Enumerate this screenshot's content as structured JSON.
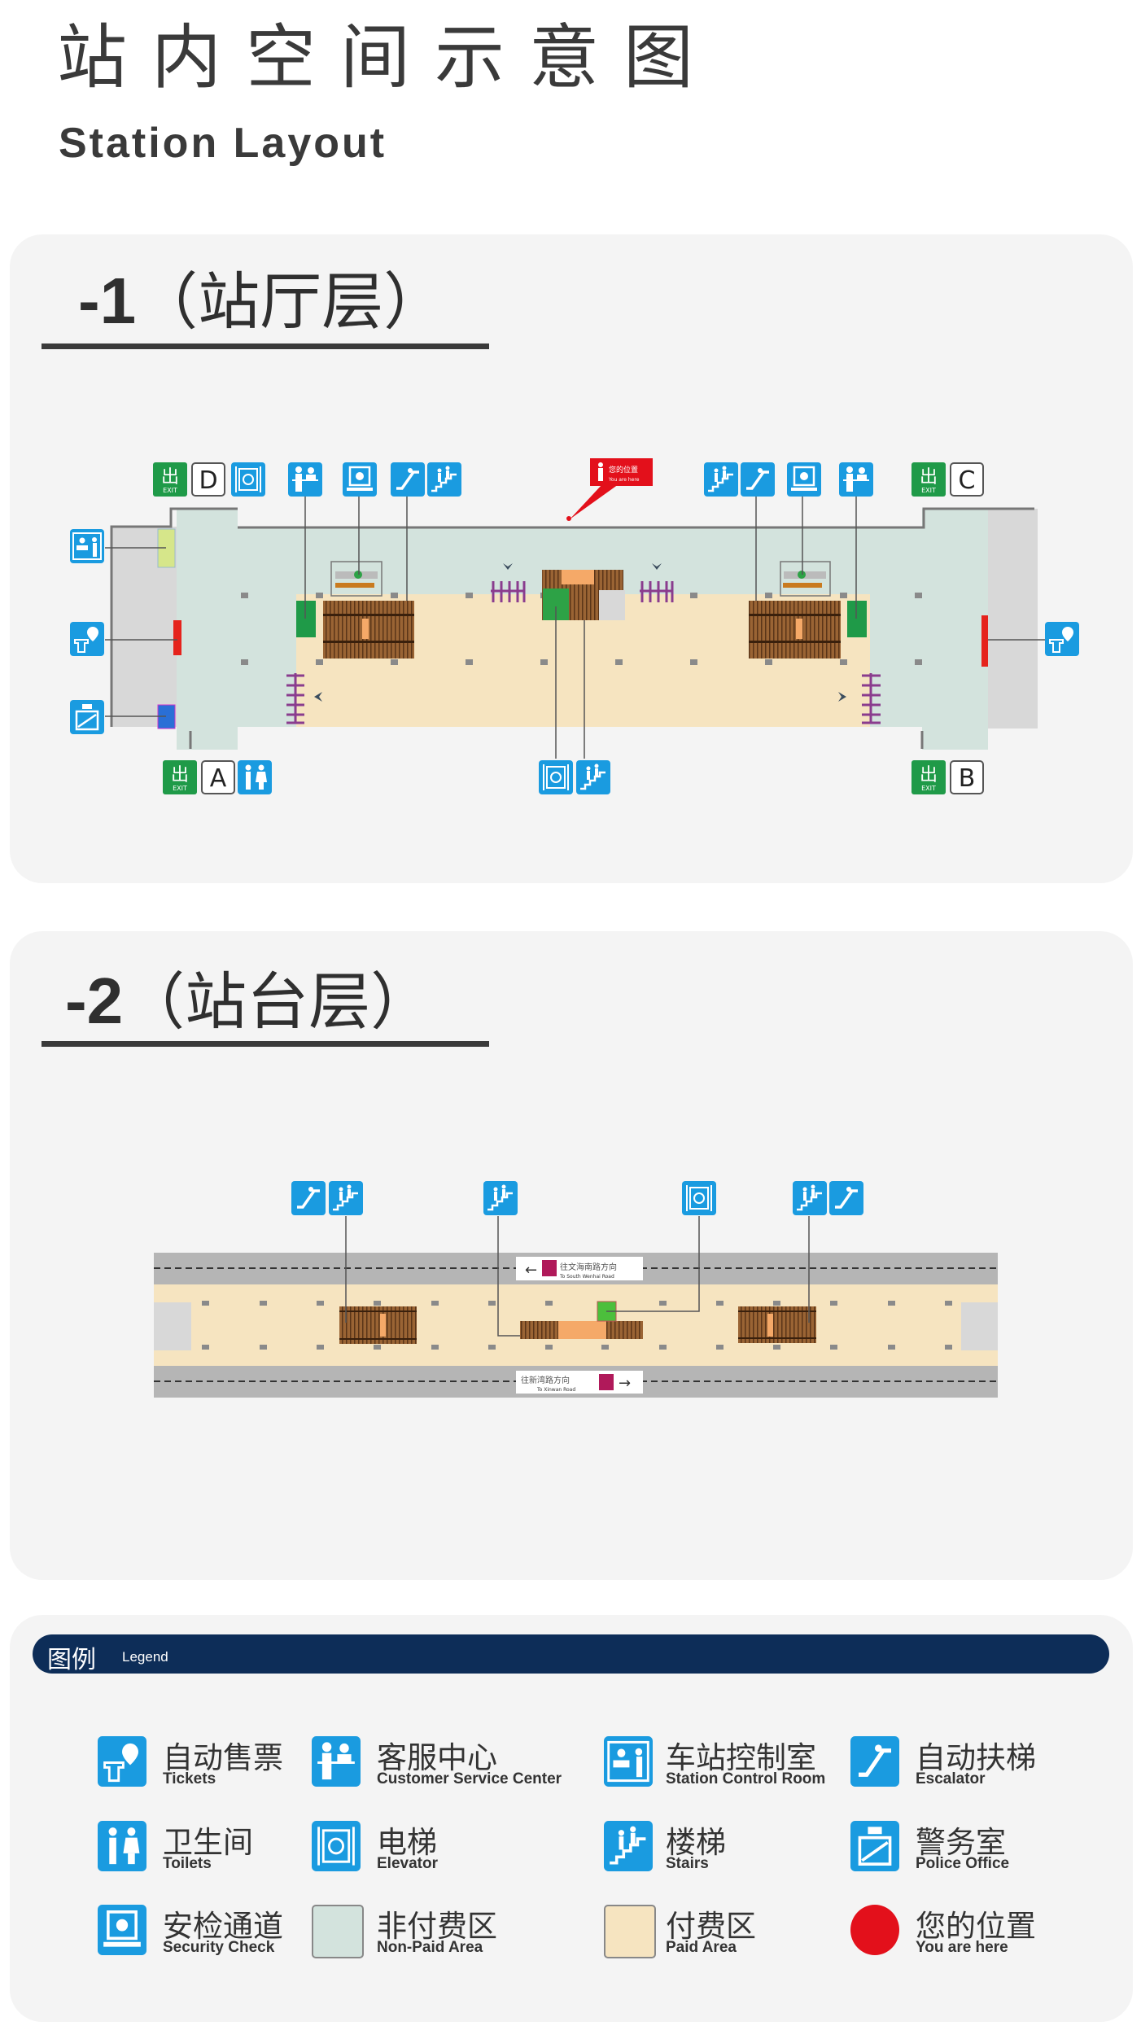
{
  "header": {
    "title_cn": "站内空间示意图",
    "title_en": "Station Layout"
  },
  "floor1": {
    "level": "-1",
    "name": "（站厅层）",
    "exits": [
      "A",
      "B",
      "C",
      "D"
    ],
    "exit_label_cn": "出",
    "exit_label_en": "EXIT",
    "you_are_here_cn": "您的位置",
    "you_are_here_en": "You are here"
  },
  "floor2": {
    "level": "-2",
    "name": "（站台层）",
    "sign_top": {
      "cn": "往文海南路方向",
      "en": "To South Wenhai Road",
      "arrow": "←"
    },
    "sign_bottom": {
      "cn": "往新湾路方向",
      "en": "To Xinwan Road",
      "arrow": "→"
    }
  },
  "legend": {
    "title_cn": "图例",
    "title_en": "Legend",
    "items": [
      {
        "cn": "自动售票",
        "en": "Tickets",
        "icon": "ticket-icon"
      },
      {
        "cn": "客服中心",
        "en": "Customer Service Center",
        "icon": "service-icon"
      },
      {
        "cn": "车站控制室",
        "en": "Station Control Room",
        "icon": "control-room-icon"
      },
      {
        "cn": "自动扶梯",
        "en": "Escalator",
        "icon": "escalator-icon"
      },
      {
        "cn": "卫生间",
        "en": "Toilets",
        "icon": "toilet-icon"
      },
      {
        "cn": "电梯",
        "en": "Elevator",
        "icon": "elevator-icon"
      },
      {
        "cn": "楼梯",
        "en": "Stairs",
        "icon": "stairs-icon"
      },
      {
        "cn": "警务室",
        "en": "Police Office",
        "icon": "police-icon"
      },
      {
        "cn": "安检通道",
        "en": "Security Check",
        "icon": "security-icon"
      },
      {
        "cn": "非付费区",
        "en": "Non-Paid Area",
        "icon": "non-paid-swatch"
      },
      {
        "cn": "付费区",
        "en": "Paid Area",
        "icon": "paid-swatch"
      },
      {
        "cn": "您的位置",
        "en": "You are here",
        "icon": "you-are-here-dot"
      }
    ]
  },
  "colors": {
    "icon_blue": "#1a9be0",
    "exit_green": "#1f9a48",
    "non_paid": "#d3e3dd",
    "paid": "#f6e4c0",
    "you_are_here": "#e3101b",
    "legend_bar": "#0d2d58"
  }
}
